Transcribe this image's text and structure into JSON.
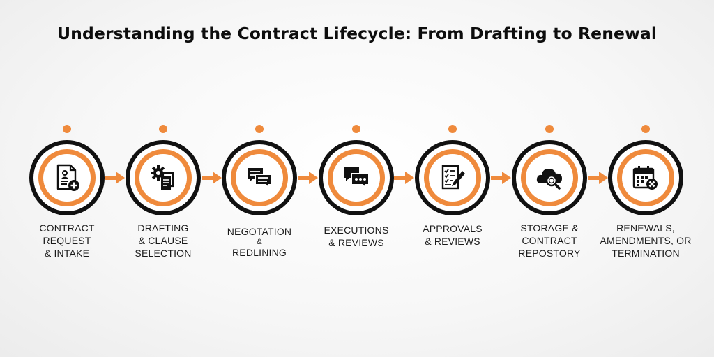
{
  "title": "Understanding the Contract Lifecycle: From Drafting to Renewal",
  "colors": {
    "accent": "#ef8a3c",
    "ring": "#111111",
    "text": "#1a1a1a"
  },
  "steps": [
    {
      "icon": "contract-document-plus-icon",
      "lines": [
        "CONTRACT",
        "REQUEST",
        "& INTAKE"
      ]
    },
    {
      "icon": "gear-documents-icon",
      "lines": [
        "DRAFTING",
        "& CLAUSE",
        "SELECTION"
      ]
    },
    {
      "icon": "chat-bubbles-icon",
      "lines": [
        "NEGOTATION",
        "&",
        "REDLINING"
      ]
    },
    {
      "icon": "chat-dots-bubbles-icon",
      "lines": [
        "EXECUTIONS",
        "& REVIEWS"
      ]
    },
    {
      "icon": "checklist-pen-icon",
      "lines": [
        "APPROVALS",
        "& REVIEWS"
      ]
    },
    {
      "icon": "cloud-search-icon",
      "lines": [
        "STORAGE &",
        "CONTRACT",
        "REPOSTORY"
      ]
    },
    {
      "icon": "calendar-cancel-icon",
      "lines": [
        "RENEWALS,",
        "AMENDMENTS, OR",
        "TERMINATION"
      ]
    }
  ]
}
